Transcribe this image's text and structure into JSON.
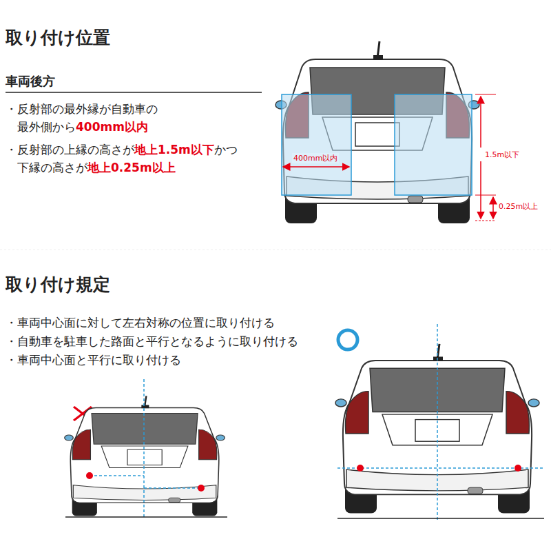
{
  "diagram": {
    "title": "取り付け位置",
    "labels": [
      "車両後方",
      "・反射部の最外縁が自動車の",
      "最外側から",
      "400mm以内",
      "・反射部の上縁の高さが",
      "地上1.5m以下",
      "かつ",
      "下縁の高さが",
      "地上0.25m以上",
      "400mm以内",
      "1.5m以下",
      "0.25m以上",
      "取り付け規定",
      "・車両中心面に対して左右対称の位置に取り付ける",
      "・自動車を駐車した路面と平行となるように取り付ける",
      "・車両中心面と平行に取り付ける"
    ]
  }
}
